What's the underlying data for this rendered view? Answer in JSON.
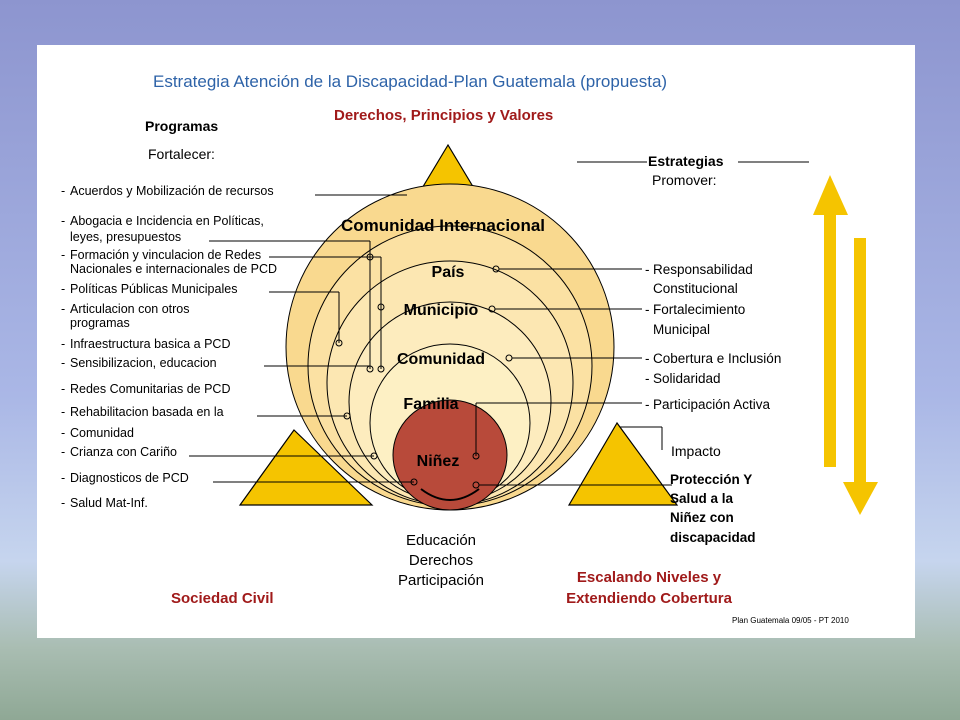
{
  "title": "Estrategia Atención de  la Discapacidad-Plan Guatemala (propuesta)",
  "top_label": "Derechos, Principios y Valores",
  "left_header": {
    "title": "Programas",
    "subtitle": "Fortalecer:"
  },
  "right_header": {
    "title": "Estrategias",
    "subtitle": "Promover:"
  },
  "circles": [
    {
      "label": "Comunidad Internacional"
    },
    {
      "label": "País"
    },
    {
      "label": "Municipio"
    },
    {
      "label": "Comunidad"
    },
    {
      "label": "Familia"
    },
    {
      "label": "Niñez"
    }
  ],
  "programs": [
    {
      "dash": "-",
      "lines": [
        "Acuerdos y Mobilización de recursos"
      ]
    },
    {
      "dash": "-",
      "lines": [
        "Abogacia e Incidencia en Políticas,",
        "leyes, presupuestos"
      ]
    },
    {
      "dash": "-",
      "lines": [
        "Formación y vinculacion de Redes",
        "Nacionales e internacionales de PCD"
      ]
    },
    {
      "dash": "-",
      "lines": [
        "Políticas Públicas Municipales"
      ]
    },
    {
      "dash": "-",
      "lines": [
        "Articulacion con otros",
        "programas"
      ]
    },
    {
      "dash": "-",
      "lines": [
        "Infraestructura basica  a PCD"
      ]
    },
    {
      "dash": "-",
      "lines": [
        "Sensibilizacion, educacion"
      ]
    },
    {
      "dash": "-",
      "lines": [
        "Redes Comunitarias de PCD"
      ]
    },
    {
      "dash": "-",
      "lines": [
        "Rehabilitacion basada en la"
      ]
    },
    {
      "dash": "-",
      "lines": [
        "Comunidad"
      ]
    },
    {
      "dash": "-",
      "lines": [
        "Crianza con Cariño"
      ]
    },
    {
      "dash": "-",
      "lines": [
        "Diagnosticos de PCD"
      ]
    },
    {
      "dash": "-",
      "lines": [
        "Salud Mat-Inf."
      ]
    }
  ],
  "strategies": [
    {
      "dash": "-",
      "lines": [
        "Responsabilidad",
        "Constitucional"
      ]
    },
    {
      "dash": "-",
      "lines": [
        "Fortalecimiento",
        "Municipal"
      ]
    },
    {
      "dash": "-",
      "lines": [
        "Cobertura e Inclusión"
      ]
    },
    {
      "dash": "-",
      "lines": [
        "Solidaridad"
      ]
    },
    {
      "dash": "-",
      "lines": [
        "Participación Activa"
      ]
    }
  ],
  "impact_label": "Impacto",
  "impact_text": [
    "Protección  Y",
    "Salud a la",
    "Niñez con",
    "discapacidad"
  ],
  "center_bottom": [
    "Educación",
    "Derechos",
    "Participación"
  ],
  "bottom_left": "Sociedad Civil",
  "bottom_right": [
    "Escalando Niveles y",
    "Extendiendo Cobertura"
  ],
  "footnote": "Plan Guatemala 09/05  - PT 2010",
  "colors": {
    "triangle": "#f5c400",
    "ring_outer": "#f9d98f",
    "ring_inner": "#fdf0c4",
    "core": "#b84a3a",
    "arrow": "#f5c400",
    "title": "#2e63a8",
    "accent_red": "#a01a1a"
  }
}
